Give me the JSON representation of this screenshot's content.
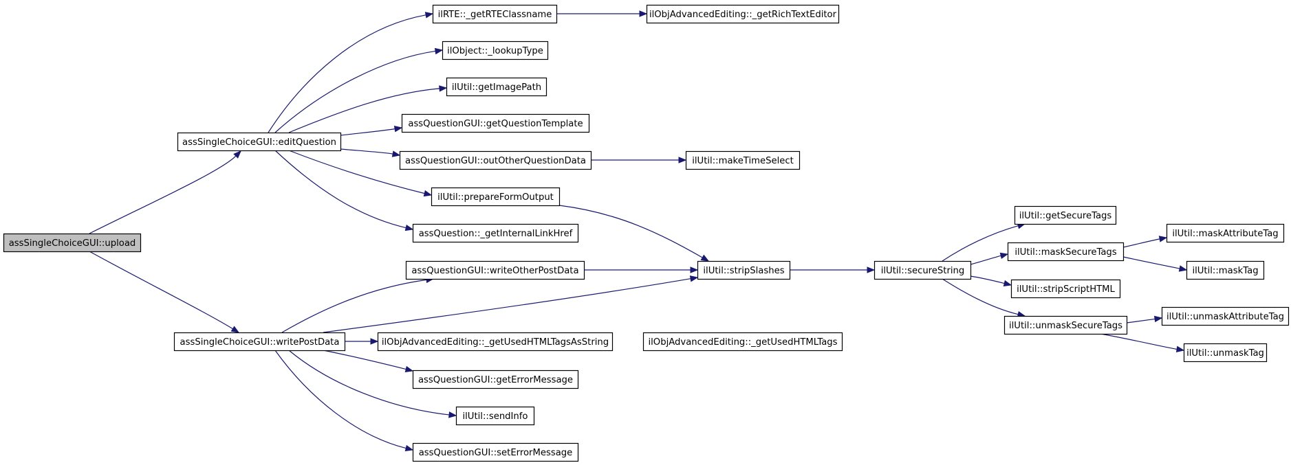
{
  "diagram": {
    "type": "call-graph",
    "colors": {
      "edge": "#191970",
      "root_fill": "#bfbfbf",
      "node_fill": "#ffffff",
      "border": "#000000"
    },
    "nodes": [
      {
        "id": "upload",
        "label": "assSingleChoiceGUI::upload",
        "root": true
      },
      {
        "id": "editQuestion",
        "label": "assSingleChoiceGUI::editQuestion"
      },
      {
        "id": "writePostData",
        "label": "assSingleChoiceGUI::writePostData"
      },
      {
        "id": "getRTEClassname",
        "label": "ilRTE::_getRTEClassname"
      },
      {
        "id": "getRichTextEditor",
        "label": "ilObjAdvancedEditing::_getRichTextEditor"
      },
      {
        "id": "lookupType",
        "label": "ilObject::_lookupType"
      },
      {
        "id": "getImagePath",
        "label": "ilUtil::getImagePath"
      },
      {
        "id": "getQuestionTemplate",
        "label": "assQuestionGUI::getQuestionTemplate"
      },
      {
        "id": "outOtherQuestionData",
        "label": "assQuestionGUI::outOtherQuestionData"
      },
      {
        "id": "makeTimeSelect",
        "label": "ilUtil::makeTimeSelect"
      },
      {
        "id": "prepareFormOutput",
        "label": "ilUtil::prepareFormOutput"
      },
      {
        "id": "getInternalLinkHref",
        "label": "assQuestion::_getInternalLinkHref"
      },
      {
        "id": "writeOtherPostData",
        "label": "assQuestionGUI::writeOtherPostData"
      },
      {
        "id": "stripSlashes",
        "label": "ilUtil::stripSlashes"
      },
      {
        "id": "secureString",
        "label": "ilUtil::secureString"
      },
      {
        "id": "getSecureTags",
        "label": "ilUtil::getSecureTags"
      },
      {
        "id": "maskSecureTags",
        "label": "ilUtil::maskSecureTags"
      },
      {
        "id": "maskAttributeTag",
        "label": "ilUtil::maskAttributeTag"
      },
      {
        "id": "maskTag",
        "label": "ilUtil::maskTag"
      },
      {
        "id": "stripScriptHTML",
        "label": "ilUtil::stripScriptHTML"
      },
      {
        "id": "unmaskSecureTags",
        "label": "ilUtil::unmaskSecureTags"
      },
      {
        "id": "unmaskAttributeTag",
        "label": "ilUtil::unmaskAttributeTag"
      },
      {
        "id": "unmaskTag",
        "label": "ilUtil::unmaskTag"
      },
      {
        "id": "getUsedHTMLTagsAsString",
        "label": "ilObjAdvancedEditing::_getUsedHTMLTagsAsString"
      },
      {
        "id": "getUsedHTMLTags",
        "label": "ilObjAdvancedEditing::_getUsedHTMLTags"
      },
      {
        "id": "getErrorMessage",
        "label": "assQuestionGUI::getErrorMessage"
      },
      {
        "id": "sendInfo",
        "label": "ilUtil::sendInfo"
      },
      {
        "id": "setErrorMessage",
        "label": "assQuestionGUI::setErrorMessage"
      }
    ],
    "edges": [
      {
        "from": "upload",
        "to": "editQuestion"
      },
      {
        "from": "upload",
        "to": "writePostData"
      },
      {
        "from": "editQuestion",
        "to": "getRTEClassname"
      },
      {
        "from": "editQuestion",
        "to": "lookupType"
      },
      {
        "from": "editQuestion",
        "to": "getImagePath"
      },
      {
        "from": "editQuestion",
        "to": "getQuestionTemplate"
      },
      {
        "from": "editQuestion",
        "to": "outOtherQuestionData"
      },
      {
        "from": "editQuestion",
        "to": "prepareFormOutput"
      },
      {
        "from": "editQuestion",
        "to": "getInternalLinkHref"
      },
      {
        "from": "getRTEClassname",
        "to": "getRichTextEditor"
      },
      {
        "from": "outOtherQuestionData",
        "to": "makeTimeSelect"
      },
      {
        "from": "prepareFormOutput",
        "to": "stripSlashes"
      },
      {
        "from": "writePostData",
        "to": "writeOtherPostData"
      },
      {
        "from": "writePostData",
        "to": "stripSlashes"
      },
      {
        "from": "writePostData",
        "to": "getUsedHTMLTagsAsString"
      },
      {
        "from": "writePostData",
        "to": "getErrorMessage"
      },
      {
        "from": "writePostData",
        "to": "sendInfo"
      },
      {
        "from": "writePostData",
        "to": "setErrorMessage"
      },
      {
        "from": "writeOtherPostData",
        "to": "stripSlashes"
      },
      {
        "from": "stripSlashes",
        "to": "secureString"
      },
      {
        "from": "secureString",
        "to": "getSecureTags"
      },
      {
        "from": "secureString",
        "to": "maskSecureTags"
      },
      {
        "from": "secureString",
        "to": "stripScriptHTML"
      },
      {
        "from": "secureString",
        "to": "unmaskSecureTags"
      },
      {
        "from": "maskSecureTags",
        "to": "maskAttributeTag"
      },
      {
        "from": "maskSecureTags",
        "to": "maskTag"
      },
      {
        "from": "unmaskSecureTags",
        "to": "unmaskAttributeTag"
      },
      {
        "from": "unmaskSecureTags",
        "to": "unmaskTag"
      },
      {
        "from": "getUsedHTMLTagsAsString",
        "to": "getUsedHTMLTags"
      }
    ]
  }
}
